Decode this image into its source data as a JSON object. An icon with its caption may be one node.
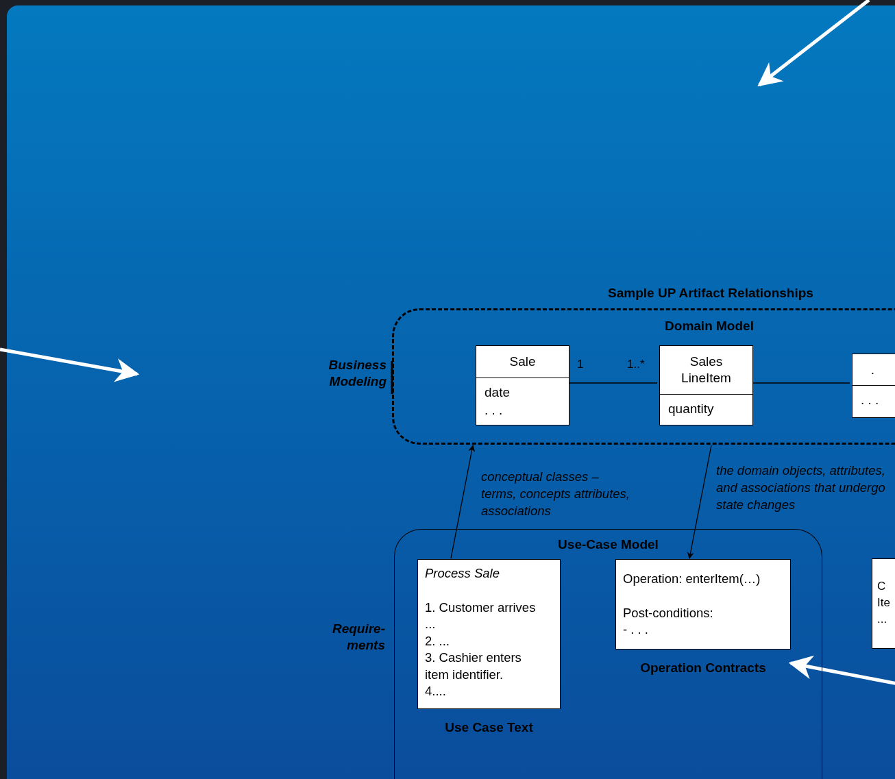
{
  "diagram": {
    "title": "Sample UP Artifact Relationships",
    "nodes": [
      {
        "text": [
          "Domain Model"
        ]
      },
      {
        "text": [
          "Sale",
          "date",
          ". . ."
        ],
        "in": 0
      },
      {
        "text": [
          "Sales LineItem",
          "quantity"
        ],
        "in": 0
      },
      {
        "text": [
          ".",
          ". . ."
        ],
        "in": 0
      },
      {
        "text": [
          "Use-Case Model"
        ]
      },
      {
        "text": [
          "Process Sale",
          "1. Customer arrives ...",
          "2. ...",
          "3. Cashier enters item identifier.",
          "4...."
        ],
        "beside": [
          "Use Case Text"
        ],
        "in": 4
      },
      {
        "text": [
          "Operation: enterItem(…)",
          "Post-conditions:",
          "- . . ."
        ],
        "beside": [
          "Operation Contracts"
        ],
        "in": 4
      },
      {
        "text": [
          "C",
          "Ite",
          "..."
        ]
      }
    ],
    "edges": [
      {
        "from": 1,
        "to": 2,
        "arrow": "none"
      },
      {
        "from": 2,
        "to": 3,
        "arrow": "none"
      },
      {
        "from": 5,
        "to": 0,
        "arrow": "to",
        "label": "conceptual classes – terms, concepts attributes, associations"
      },
      {
        "from": 0,
        "to": 6,
        "arrow": "to",
        "label": "the domain objects, attributes, and associations that undergo state changes"
      },
      {
        "from": null,
        "to": 6,
        "arrow": "to",
        "style": "thick",
        "color": "#ffffff"
      }
    ],
    "labels": [
      "Business Modeling",
      "1",
      "1..*",
      "Require-ments"
    ]
  }
}
